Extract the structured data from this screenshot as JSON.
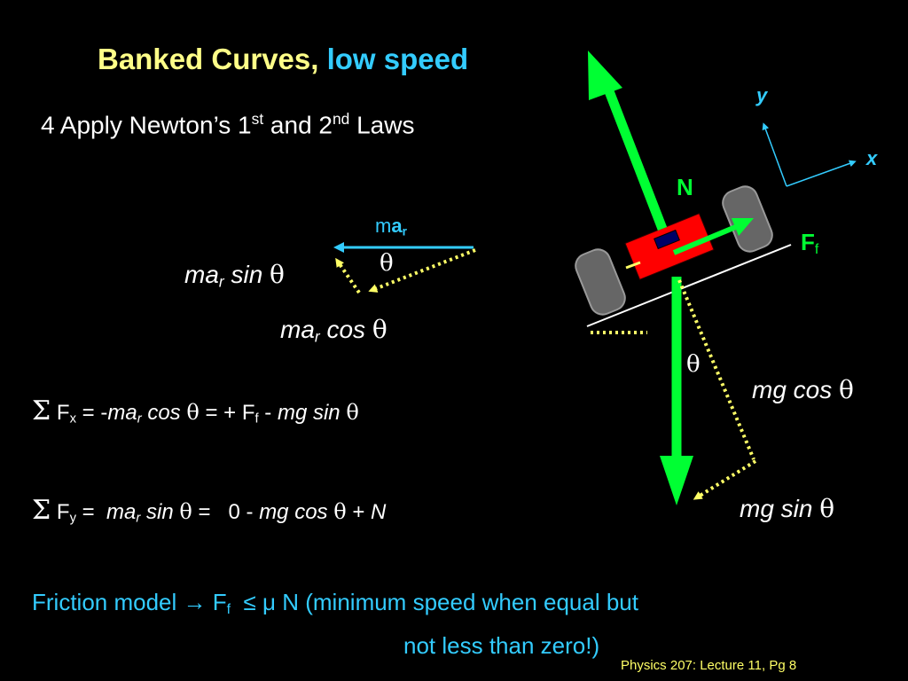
{
  "title": {
    "part1": "Banked Curves,",
    "part2": "low speed"
  },
  "step": {
    "text": "4 Apply Newton’s 1",
    "sup1": "st",
    "mid": " and 2",
    "sup2": "nd",
    "end": " Laws"
  },
  "force_labels": {
    "m": "m",
    "a": "a",
    "r": "r",
    "theta": "θ",
    "ma": "ma",
    "sin": " sin ",
    "cos": " cos ",
    "N": "N",
    "F": "F",
    "f": "f",
    "mg_cos": "mg cos ",
    "mg_sin": "mg sin "
  },
  "axes": {
    "y": "y",
    "x": "x"
  },
  "equations": {
    "sigma": "Σ",
    "fx": {
      "F": "F",
      "sub": "x",
      "eq1": " = -",
      "ma": "ma",
      "r": "r",
      "cos": " cos ",
      "theta": "θ",
      "eq2": " = + F",
      "f": "f",
      "minus": " - ",
      "mgsin": "mg sin "
    },
    "fy": {
      "F": "F",
      "sub": "y",
      "eq1": " = ",
      "ma": "ma",
      "r": "r",
      "sin": " sin ",
      "theta": "θ",
      "eq2": " =   0 - ",
      "mgcos": "mg cos ",
      "plus": " + ",
      "N": "N"
    }
  },
  "friction": {
    "line1": "Friction model → F",
    "f": "f",
    "line1b": "  ≤ μ N (minimum speed when equal but",
    "line2": "not less than zero!)"
  },
  "footer": "Physics 207: Lecture 11, Pg 8",
  "colors": {
    "title": "#ffff88",
    "accent": "#33ccff",
    "force": "#00ff33",
    "dotted": "#ffff66",
    "car": "#ff0000",
    "tire": "#666666"
  }
}
